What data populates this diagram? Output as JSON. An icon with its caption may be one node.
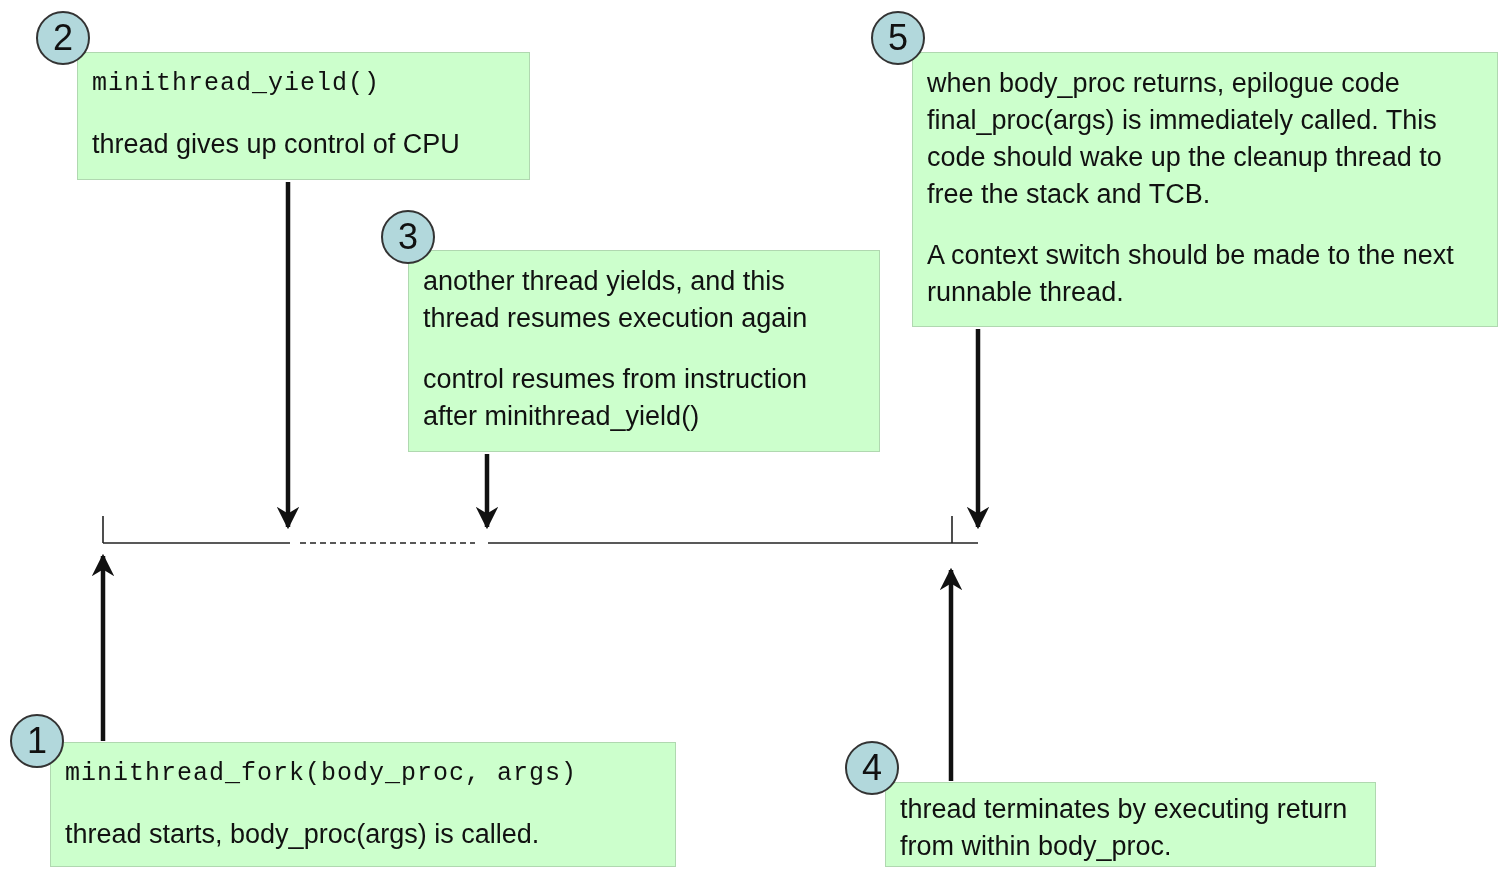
{
  "diagram": {
    "nodes": [
      {
        "text": [
          "2"
        ]
      },
      {
        "text": [
          "minithread_yield()",
          "thread gives up control of CPU"
        ]
      },
      {
        "text": [
          "5"
        ]
      },
      {
        "text": [
          "when body_proc returns, epilogue code final_proc(args) is immediately called. This code should wake up the cleanup thread to free the stack and TCB.",
          "A context switch should be made to the next runnable thread."
        ]
      },
      {
        "text": [
          "3"
        ]
      },
      {
        "text": [
          "another thread yields, and this thread resumes execution again",
          "control resumes from instruction after minithread_yield()"
        ]
      },
      {
        "text": [
          "1"
        ]
      },
      {
        "text": [
          "minithread_fork(body_proc, args)",
          "thread starts, body_proc(args) is called."
        ]
      },
      {
        "text": [
          "4"
        ]
      },
      {
        "text": [
          "thread terminates by executing return from within body_proc."
        ]
      }
    ],
    "edges": [
      {
        "from": 1,
        "to": null,
        "arrow": "to"
      },
      {
        "from": 5,
        "to": null,
        "arrow": "to"
      },
      {
        "from": 3,
        "to": null,
        "arrow": "to"
      },
      {
        "from": 7,
        "to": null,
        "arrow": "to"
      },
      {
        "from": 9,
        "to": null,
        "arrow": "to"
      }
    ]
  }
}
